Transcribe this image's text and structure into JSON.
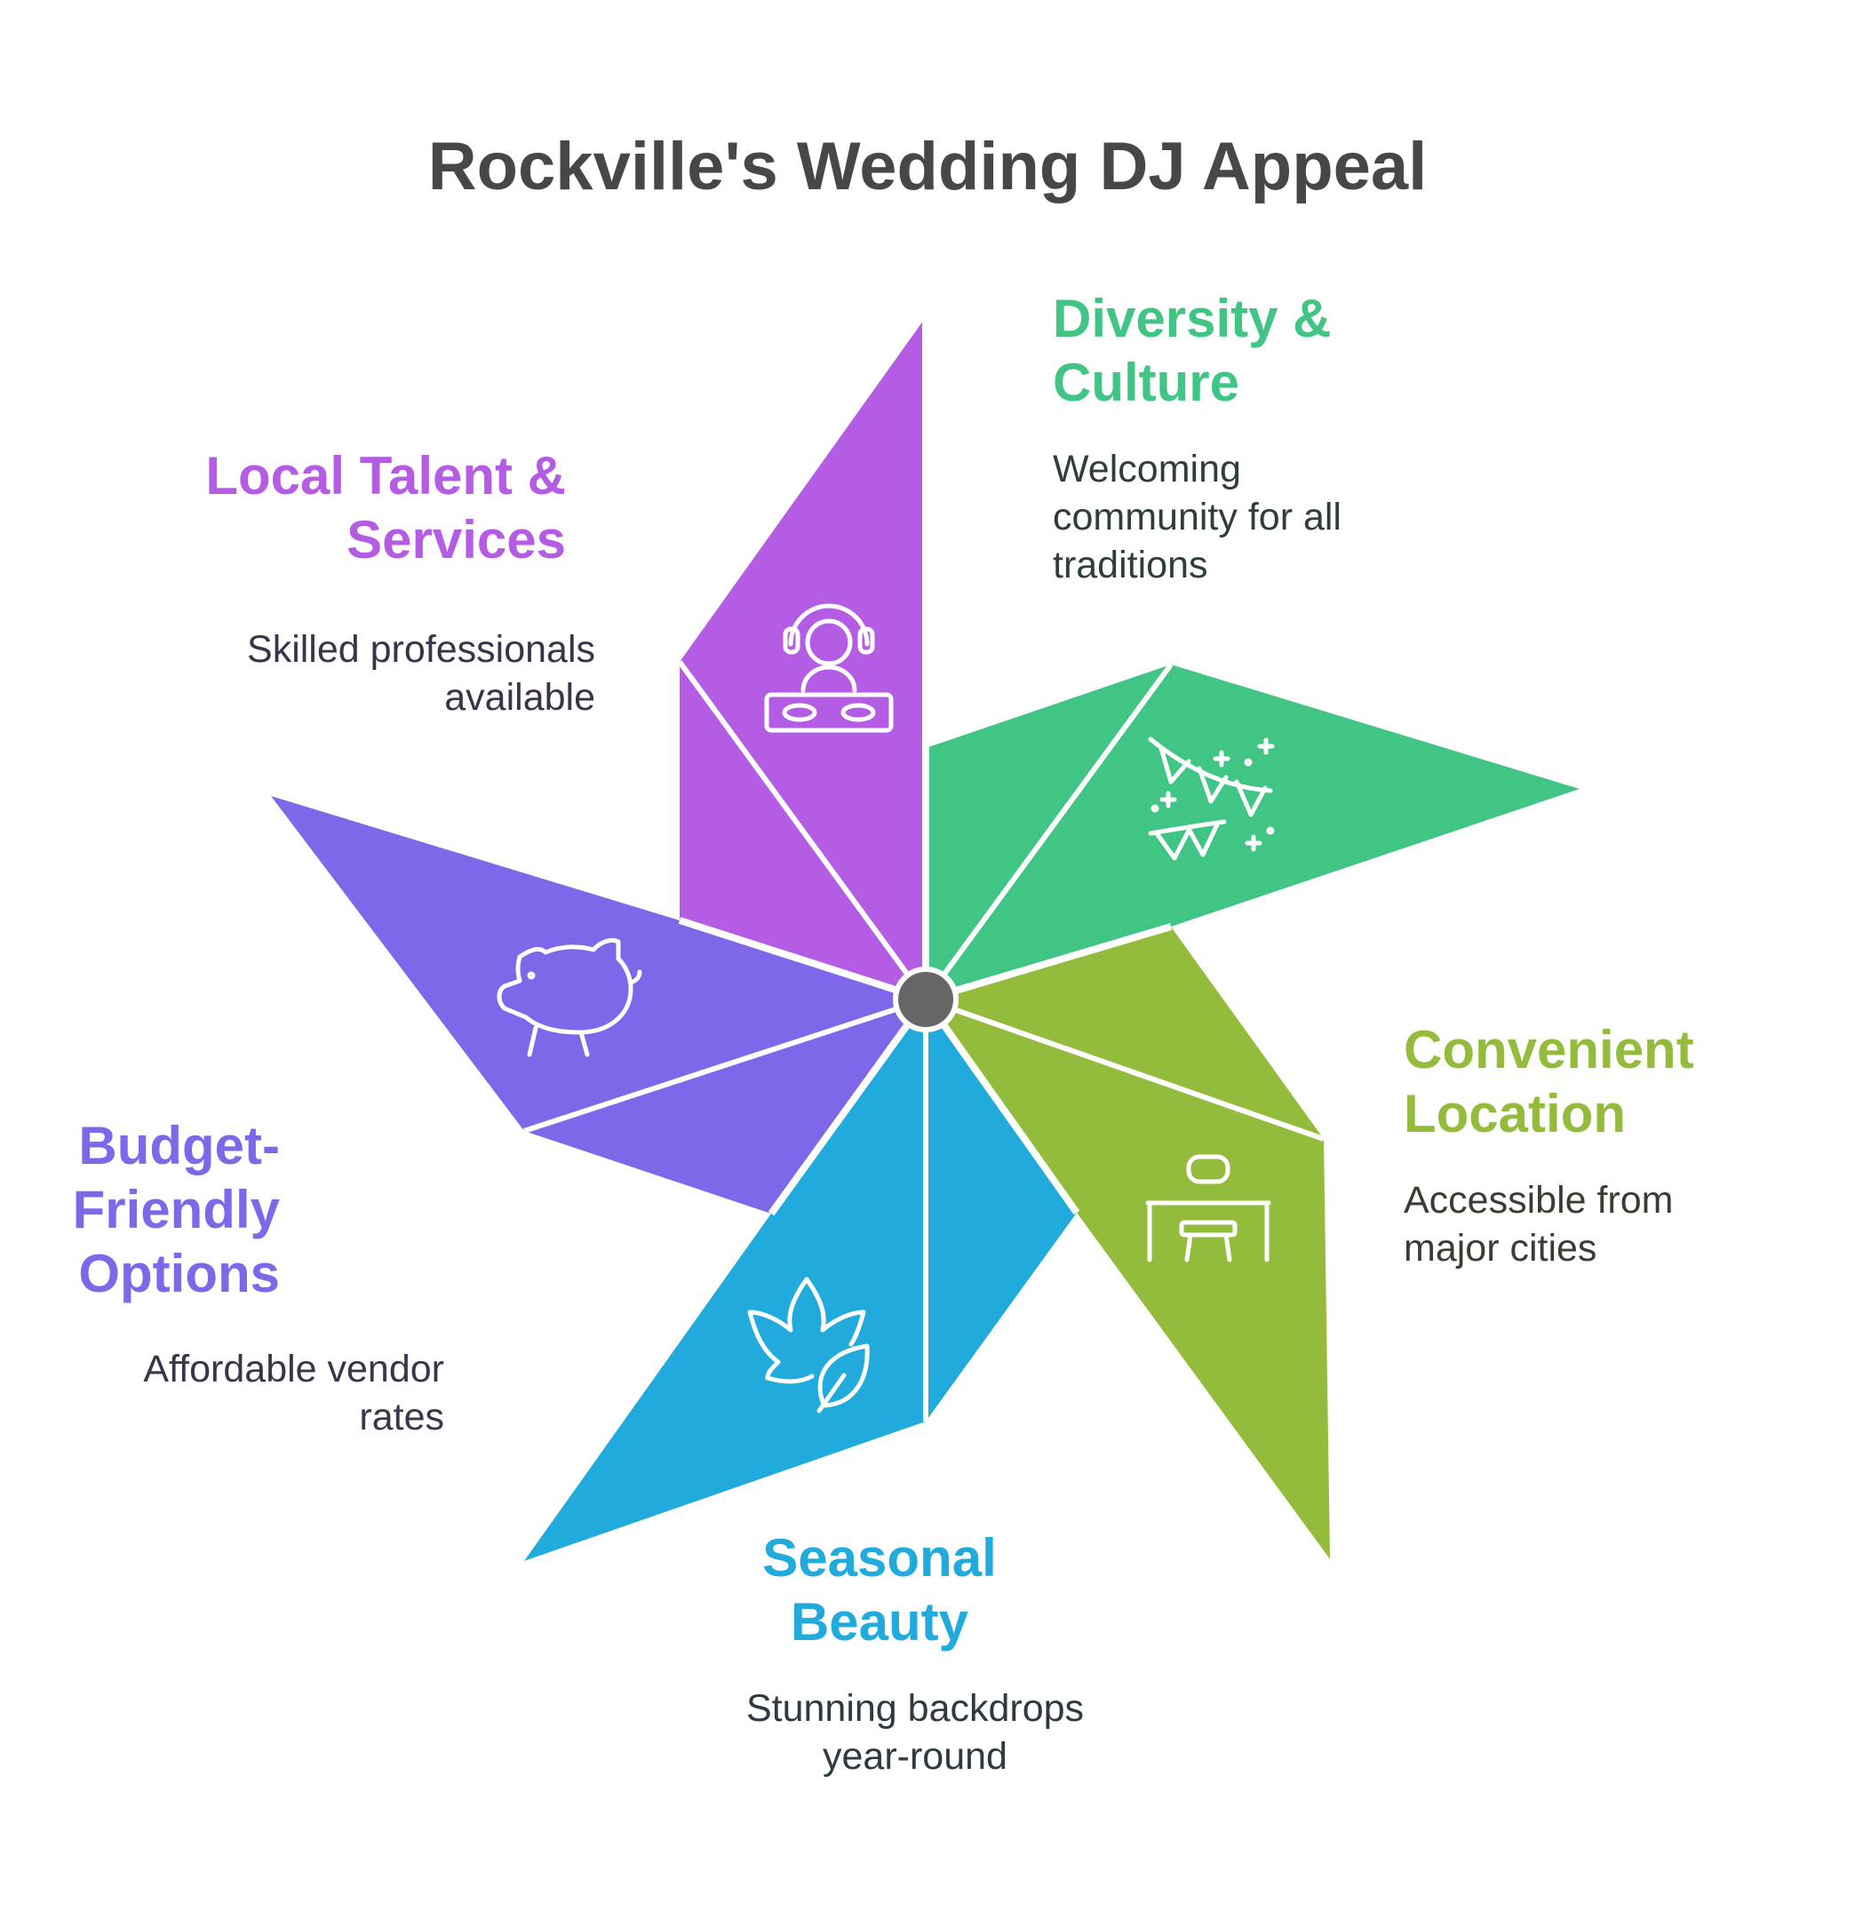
{
  "title": "Rockville's Wedding DJ Appeal",
  "colors": {
    "purple": "#B45DE4",
    "green": "#40C584",
    "olive": "#93BC3C",
    "blue": "#20ABDC",
    "indigo": "#7E67E8",
    "center": "#666666"
  },
  "segments": [
    {
      "id": "local-talent",
      "heading": "Local Talent &\nServices",
      "description": "Skilled professionals\navailable",
      "icon": "dj-icon",
      "color": "#B45DE4"
    },
    {
      "id": "diversity",
      "heading": "Diversity &\nCulture",
      "description": "Welcoming\ncommunity for all\ntraditions",
      "icon": "bunting-icon",
      "color": "#40C584"
    },
    {
      "id": "location",
      "heading": "Convenient\nLocation",
      "description": "Accessible from\nmajor cities",
      "icon": "desk-icon",
      "color": "#93BC3C"
    },
    {
      "id": "seasonal",
      "heading": "Seasonal\nBeauty",
      "description": "Stunning backdrops\nyear-round",
      "icon": "leaf-icon",
      "color": "#20ABDC"
    },
    {
      "id": "budget",
      "heading": "Budget-\nFriendly\nOptions",
      "description": "Affordable vendor\nrates",
      "icon": "piggy-bank-icon",
      "color": "#7E67E8"
    }
  ]
}
